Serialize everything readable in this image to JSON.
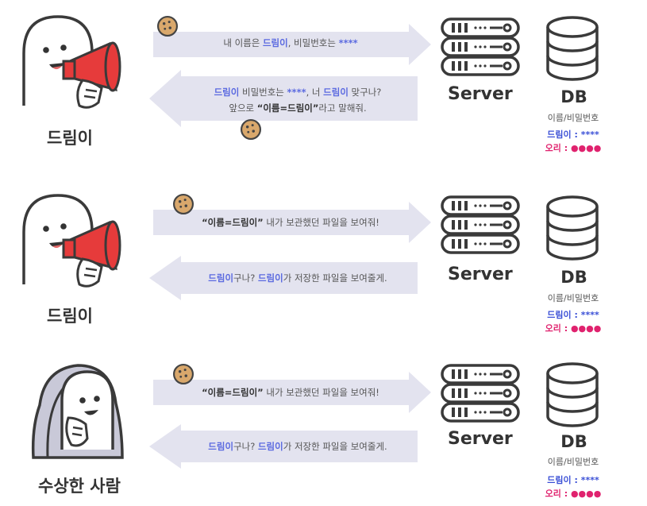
{
  "rows": [
    {
      "person": "드림이",
      "to_server": {
        "parts": [
          {
            "t": "내 이름은 ",
            "c": ""
          },
          {
            "t": "드림이",
            "c": "hl"
          },
          {
            "t": ", 비밀번호는 ",
            "c": ""
          },
          {
            "t": "****",
            "c": "stars"
          }
        ]
      },
      "to_client": {
        "line1": [
          {
            "t": "드림이",
            "c": "hl"
          },
          {
            "t": " 비밀번호는 ",
            "c": ""
          },
          {
            "t": "****",
            "c": "stars"
          },
          {
            "t": ", 너 ",
            "c": ""
          },
          {
            "t": "드림이",
            "c": "hl"
          },
          {
            "t": " 맞구나?",
            "c": ""
          }
        ],
        "line2": [
          {
            "t": "앞으로 ",
            "c": ""
          },
          {
            "t": "“이름=드림이”",
            "c": "bold"
          },
          {
            "t": "라고 말해줘.",
            "c": ""
          }
        ]
      },
      "server_label": "Server",
      "db_label": "DB",
      "db_sub": "이름/비밀번호",
      "cred1_name": "드림이",
      "cred1_sep": " : ",
      "cred1_pw": "****",
      "cred2_name": "오리",
      "cred2_sep": " : ",
      "cred2_pw": "●●●●"
    },
    {
      "person": "드림이",
      "to_server": {
        "parts": [
          {
            "t": "“이름=드림이”",
            "c": "bold"
          },
          {
            "t": " 내가 보관했던 파일을 보여줘!",
            "c": ""
          }
        ]
      },
      "to_client": {
        "line1": [
          {
            "t": "드림이",
            "c": "hl"
          },
          {
            "t": "구나? ",
            "c": ""
          },
          {
            "t": "드림이",
            "c": "hl"
          },
          {
            "t": "가 저장한 파일을 보여줄게.",
            "c": ""
          }
        ],
        "line2": []
      },
      "server_label": "Server",
      "db_label": "DB",
      "db_sub": "이름/비밀번호",
      "cred1_name": "드림이",
      "cred1_sep": " : ",
      "cred1_pw": "****",
      "cred2_name": "오리",
      "cred2_sep": " : ",
      "cred2_pw": "●●●●"
    },
    {
      "person": "수상한 사람",
      "to_server": {
        "parts": [
          {
            "t": "“이름=드림이”",
            "c": "bold"
          },
          {
            "t": " 내가 보관했던 파일을 보여줘!",
            "c": ""
          }
        ]
      },
      "to_client": {
        "line1": [
          {
            "t": "드림이",
            "c": "hl"
          },
          {
            "t": "구나? ",
            "c": ""
          },
          {
            "t": "드림이",
            "c": "hl"
          },
          {
            "t": "가 저장한 파일을 보여줄게.",
            "c": ""
          }
        ],
        "line2": []
      },
      "server_label": "Server",
      "db_label": "DB",
      "db_sub": "이름/비밀번호",
      "cred1_name": "드림이",
      "cred1_sep": " : ",
      "cred1_pw": "****",
      "cred2_name": "오리",
      "cred2_sep": " : ",
      "cred2_pw": "●●●●"
    }
  ],
  "colors": {
    "arrow_fill": "#e3e3ef",
    "highlight": "#5b6ae0",
    "password_pink": "#e0226e",
    "megaphone_red": "#e63b3b",
    "cookie": "#d3a46a",
    "outline": "#3a3a3a"
  },
  "icons": [
    "person-icon",
    "megaphone-icon",
    "cookie-icon",
    "server-icon",
    "database-icon",
    "suspicious-person-icon"
  ]
}
